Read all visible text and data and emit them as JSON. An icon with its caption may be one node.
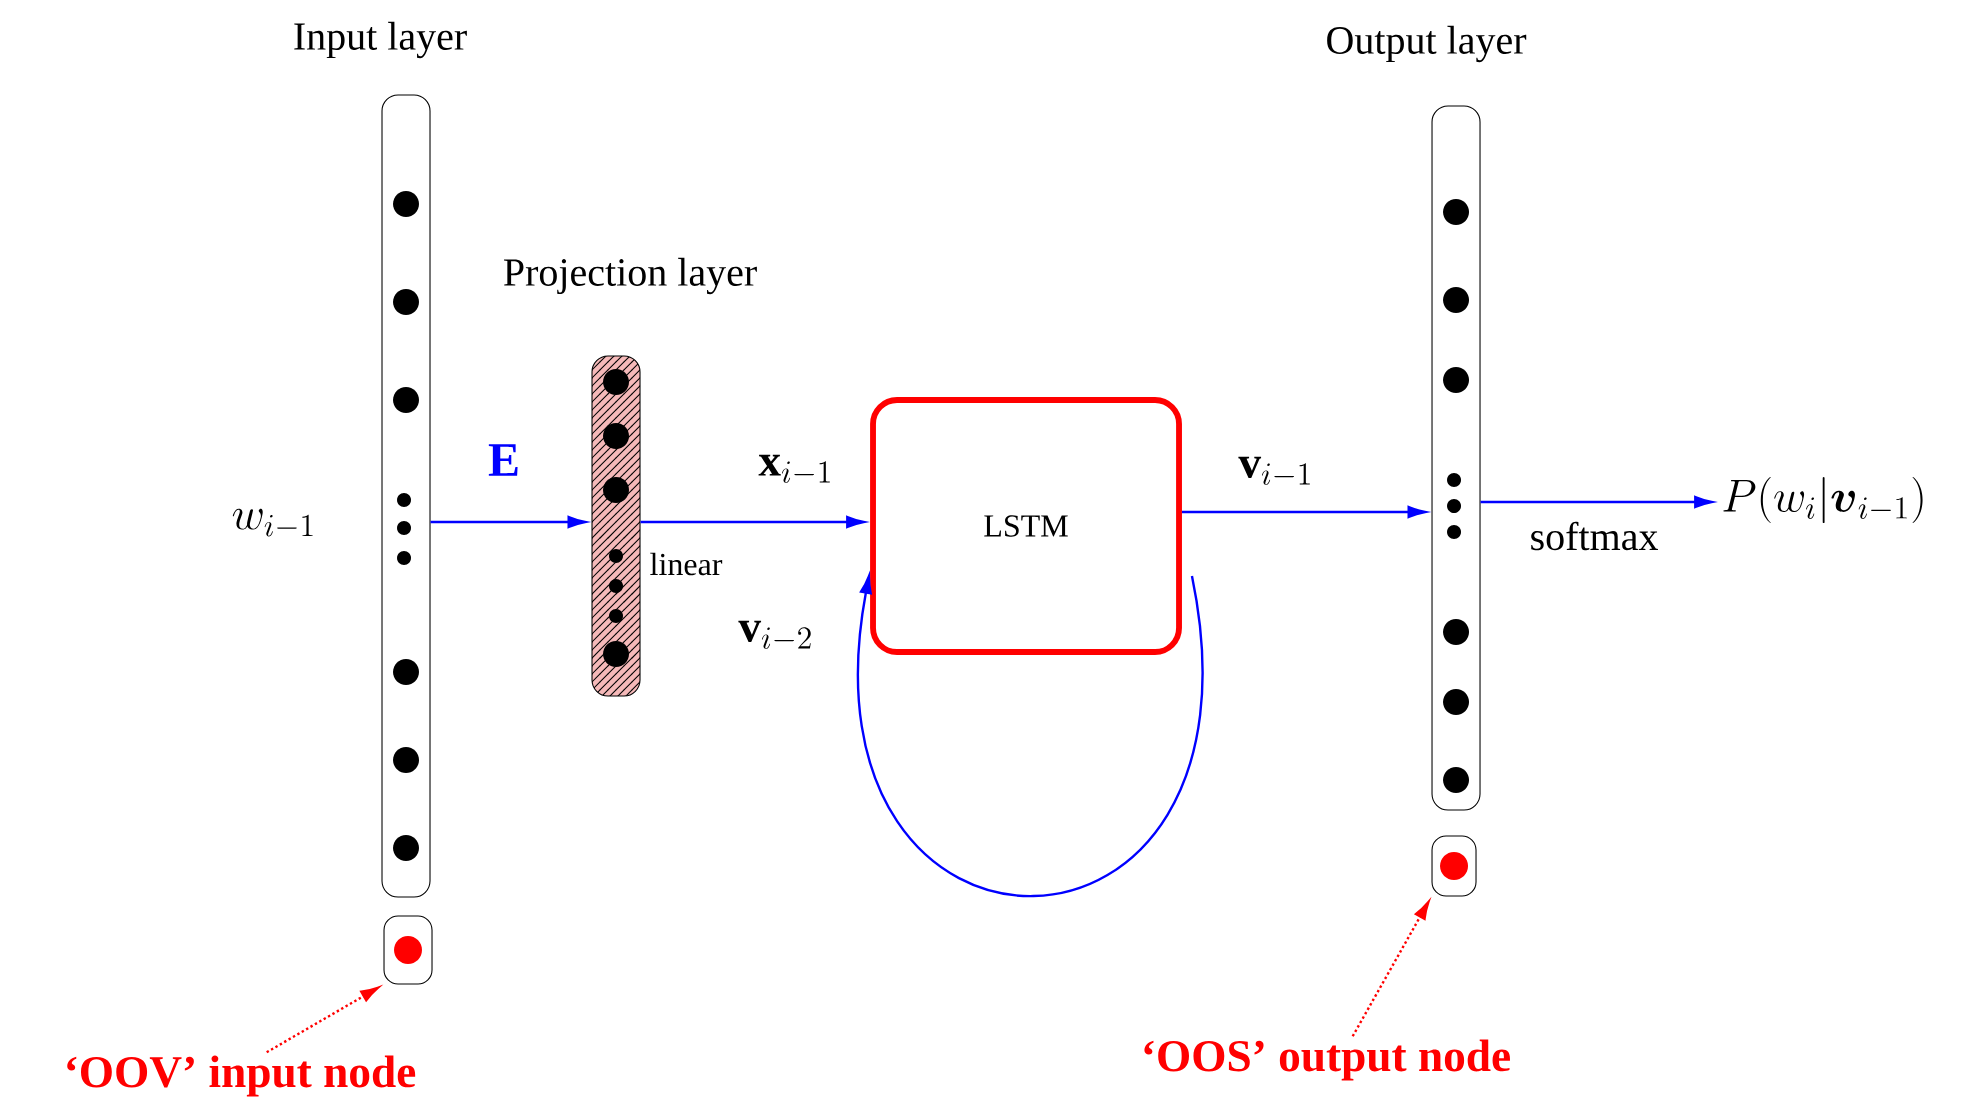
{
  "diagram": {
    "nodes": [
      {
        "text": [
          "Input layer"
        ],
        "beside": [
          "w_{i-1}"
        ]
      },
      {
        "text": [],
        "shape": "box"
      },
      {
        "text": [
          "‘OOV’ input node"
        ]
      },
      {
        "text": [
          "Projection layer"
        ],
        "beside": [
          "linear"
        ]
      },
      {
        "text": [
          "LSTM"
        ]
      },
      {
        "text": [
          "Output layer"
        ]
      },
      {
        "text": [],
        "shape": "box"
      },
      {
        "text": [
          "‘OOS’ output node"
        ]
      },
      {
        "text": [
          "P(w_i|\\boldsymbol{v}_{i-1})"
        ]
      }
    ],
    "edges": [
      {
        "from": 0,
        "to": 3,
        "arrow": "to",
        "label": "E"
      },
      {
        "from": 3,
        "to": 4,
        "arrow": "to",
        "label": "\\mathbf{x}_{i-1}"
      },
      {
        "from": 4,
        "to": 4,
        "arrow": "to",
        "label": "\\mathbf{v}_{i-2}"
      },
      {
        "from": 4,
        "to": 5,
        "arrow": "to",
        "label": "\\mathbf{v}_{i-1}"
      },
      {
        "from": 5,
        "to": 8,
        "arrow": "to",
        "label": "softmax"
      },
      {
        "from": 2,
        "to": 1,
        "arrow": "to",
        "style": "dashed",
        "color": "#ff0000"
      },
      {
        "from": 7,
        "to": 6,
        "arrow": "to",
        "style": "dashed",
        "color": "#ff0000"
      }
    ]
  }
}
